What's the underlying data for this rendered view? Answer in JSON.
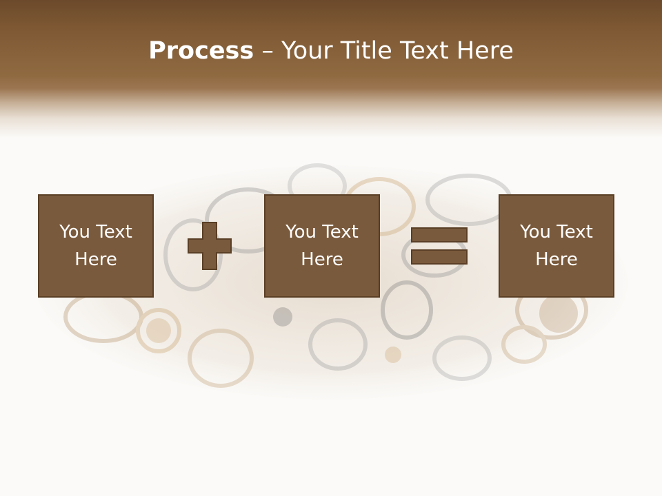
{
  "slide": {
    "title_bold": "Process",
    "title_rest": " – Your Title Text Here"
  },
  "boxes": [
    {
      "text": "You Text\nHere"
    },
    {
      "text": "You Text\nHere"
    },
    {
      "text": "You Text\nHere"
    }
  ],
  "operators": [
    "plus-icon",
    "equals-icon"
  ],
  "colors": {
    "header_dark": "#6b4a2b",
    "header_light": "#9b7550",
    "box_fill": "#7a5a3c",
    "box_border": "#5a3f26",
    "background": "#fbfaf8"
  },
  "background_image": "faded-jewelry-pile"
}
